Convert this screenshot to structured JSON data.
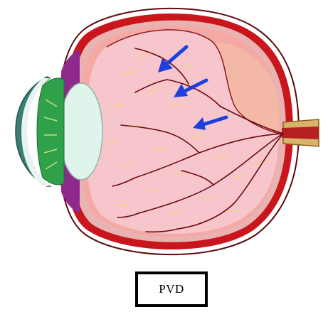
{
  "caption": {
    "label": "PVD"
  },
  "colors": {
    "sclera": "#c8161c",
    "sclera_outline": "#8e0a0e",
    "choroid": "#e9b3b1",
    "vitreous": "#f7c6cc",
    "detached_space": "#f3b8a6",
    "lens": "#dff5ec",
    "iris": "#2ea14a",
    "cornea": "#3a7d73",
    "ciliary_body": "#8e2a8e",
    "optic_nerve": "#d8b36a",
    "vessel": "#6a0a12",
    "arrow": "#1d3fe0",
    "fibers": "#f0d288"
  },
  "diagram": {
    "subject": "eye-cross-section",
    "arrow_icon": "arrow-left-down-icon",
    "arrow_count": 3
  }
}
